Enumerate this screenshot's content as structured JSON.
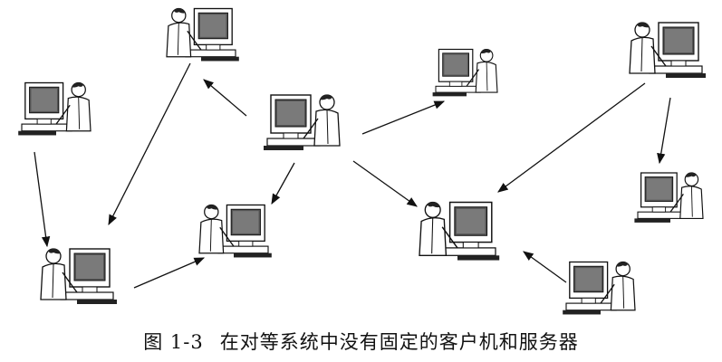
{
  "figure": {
    "number": "图 1-3",
    "caption": "在对等系统中没有固定的客户机和服务器"
  },
  "nodes": [
    {
      "id": "center",
      "icon": "person-at-computer-icon"
    },
    {
      "id": "top-left-woman",
      "icon": "person-at-computer-icon"
    },
    {
      "id": "left-man",
      "icon": "person-at-computer-icon"
    },
    {
      "id": "bottom-left-woman",
      "icon": "person-at-computer-icon"
    },
    {
      "id": "middle-woman",
      "icon": "person-at-computer-icon"
    },
    {
      "id": "top-middle-man",
      "icon": "person-at-computer-icon"
    },
    {
      "id": "top-right-woman",
      "icon": "person-at-computer-icon"
    },
    {
      "id": "right-man",
      "icon": "person-at-computer-icon"
    },
    {
      "id": "bottom-center-man",
      "icon": "person-at-computer-icon"
    },
    {
      "id": "bottom-right-man",
      "icon": "person-at-computer-icon"
    }
  ],
  "edges": [
    {
      "from": "center",
      "to": "top-left-woman"
    },
    {
      "from": "center",
      "to": "top-middle-man"
    },
    {
      "from": "center",
      "to": "middle-woman"
    },
    {
      "from": "center",
      "to": "bottom-center-man"
    },
    {
      "from": "top-left-woman",
      "to": "bottom-left-woman"
    },
    {
      "from": "left-man",
      "to": "bottom-left-woman"
    },
    {
      "from": "bottom-left-woman",
      "to": "middle-woman"
    },
    {
      "from": "top-right-woman",
      "to": "bottom-center-man"
    },
    {
      "from": "top-right-woman",
      "to": "right-man"
    },
    {
      "from": "bottom-right-man",
      "to": "bottom-center-man"
    }
  ]
}
